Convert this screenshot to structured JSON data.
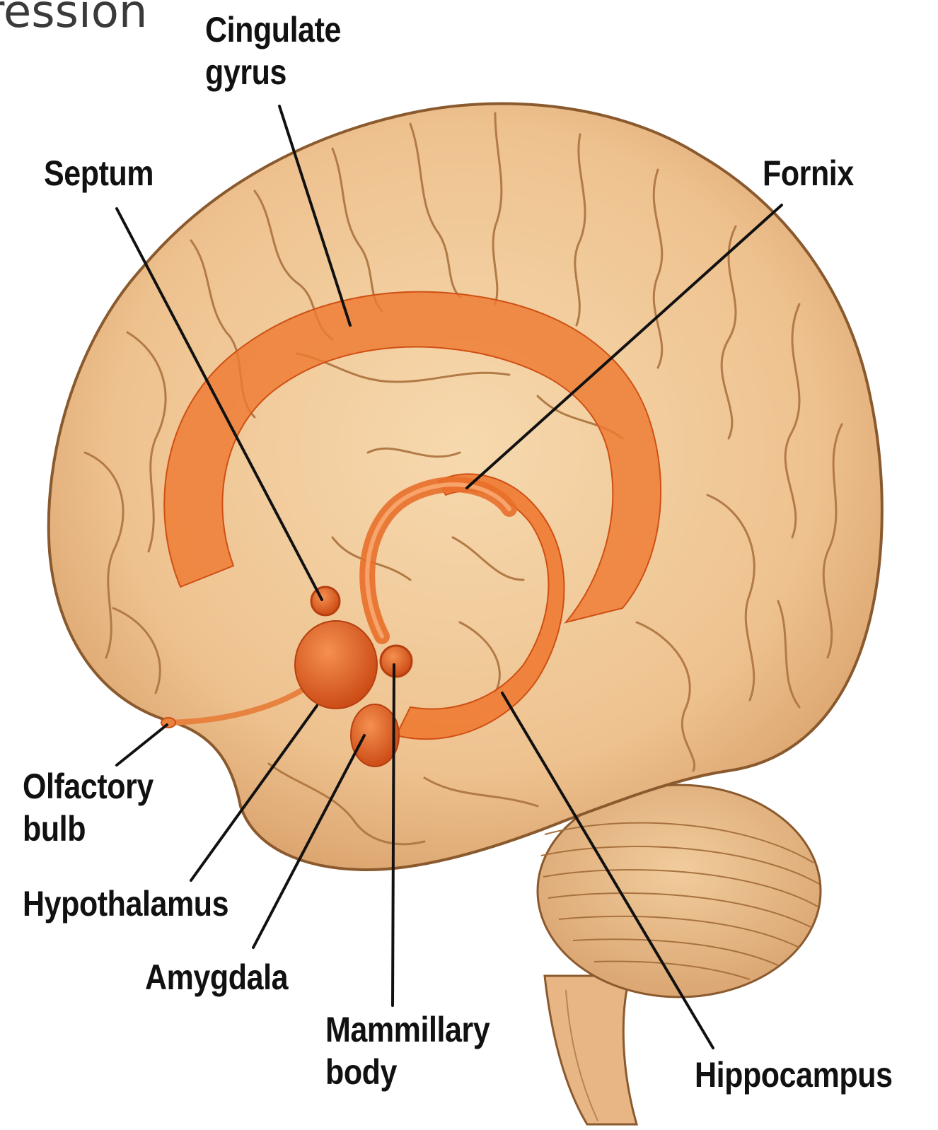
{
  "slide": {
    "title_fragment": "ression"
  },
  "diagram": {
    "labels": {
      "cingulate_gyrus": [
        "Cingulate",
        "gyrus"
      ],
      "septum": "Septum",
      "fornix": "Fornix",
      "olfactory_bulb": [
        "Olfactory",
        "bulb"
      ],
      "hypothalamus": "Hypothalamus",
      "amygdala": "Amygdala",
      "mammillary_body": [
        "Mammillary",
        "body"
      ],
      "hippocampus": "Hippocampus"
    },
    "colors": {
      "brain": "#eec28f",
      "brain_outline": "#8a5a2e",
      "limbic": "#ee7a32",
      "limbic_dark": "#cf4f14",
      "leader_line": "#111111"
    }
  }
}
